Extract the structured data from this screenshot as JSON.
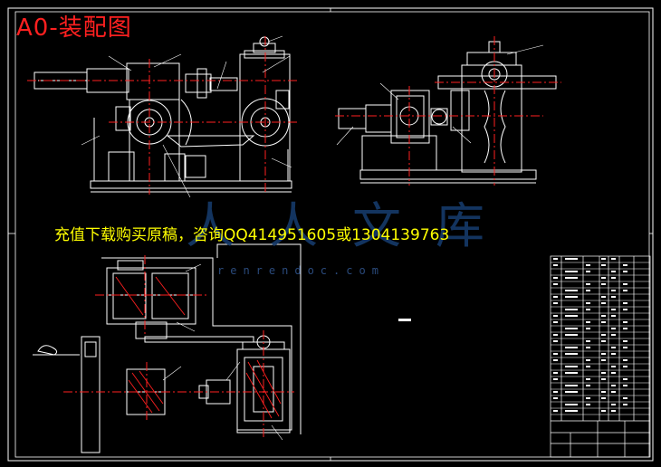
{
  "drawing": {
    "title": "A0-装配图",
    "promo": "充值下载购买原稿，咨询QQ414951605或1304139763",
    "watermark_cn": "人人文库",
    "watermark_en": "renrendoc.com"
  },
  "colors": {
    "background": "#000000",
    "frame": "#ffffff",
    "title": "#ff2020",
    "promo": "#ffff00",
    "centerline": "#ff2020",
    "part": "#ffffff",
    "watermark": "#163a6a"
  }
}
